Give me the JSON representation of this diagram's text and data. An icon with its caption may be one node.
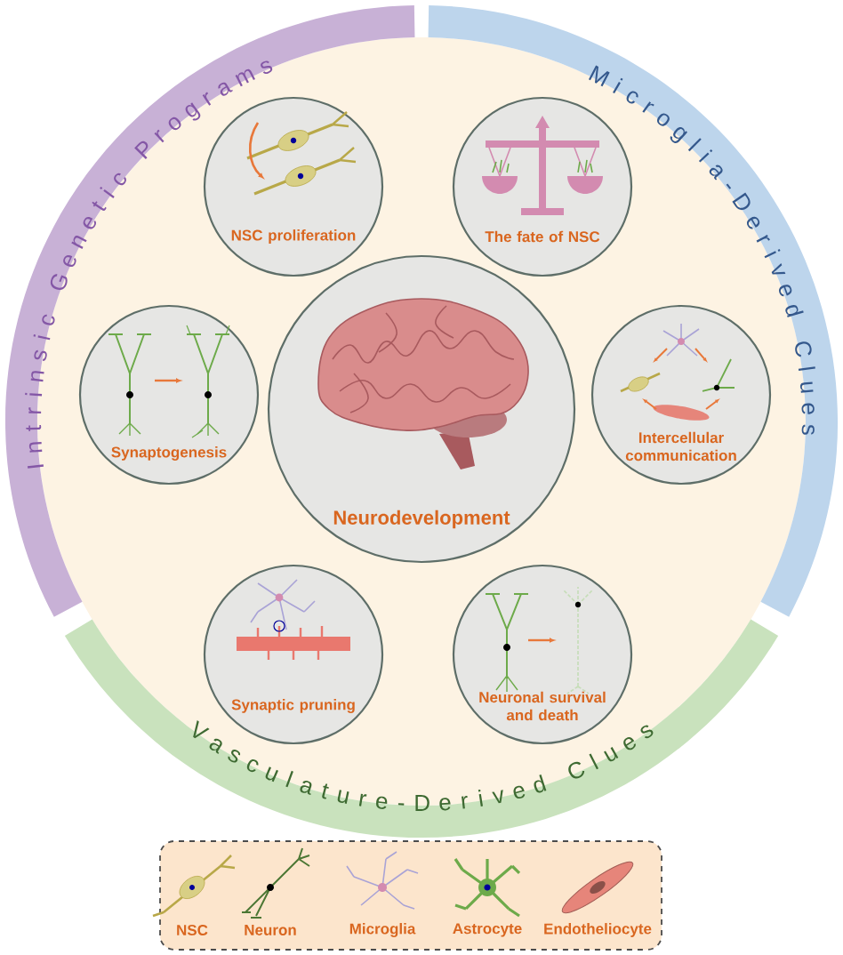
{
  "diagram": {
    "nodes": [
      {
        "text": [
          "Intrinsic Genetic Programs"
        ]
      },
      {
        "text": [
          "Microglia-Derived Clues"
        ]
      },
      {
        "text": [
          "Vasculature-Derived Clues"
        ]
      },
      {
        "text": [
          "NSC proliferation"
        ]
      },
      {
        "text": [
          "The fate of NSC"
        ]
      },
      {
        "text": [
          "Synaptogenesis"
        ]
      },
      {
        "text": [
          "Neurodevelopment"
        ]
      },
      {
        "text": [
          "Intercellular communication"
        ]
      },
      {
        "text": [
          "Synaptic pruning"
        ]
      },
      {
        "text": [
          "Neuronal survival and death"
        ]
      }
    ],
    "legend": [
      {
        "text": "NSC"
      },
      {
        "text": "Neuron"
      },
      {
        "text": "Microglia"
      },
      {
        "text": "Astrocyte"
      },
      {
        "text": "Endotheliocyte"
      }
    ]
  }
}
